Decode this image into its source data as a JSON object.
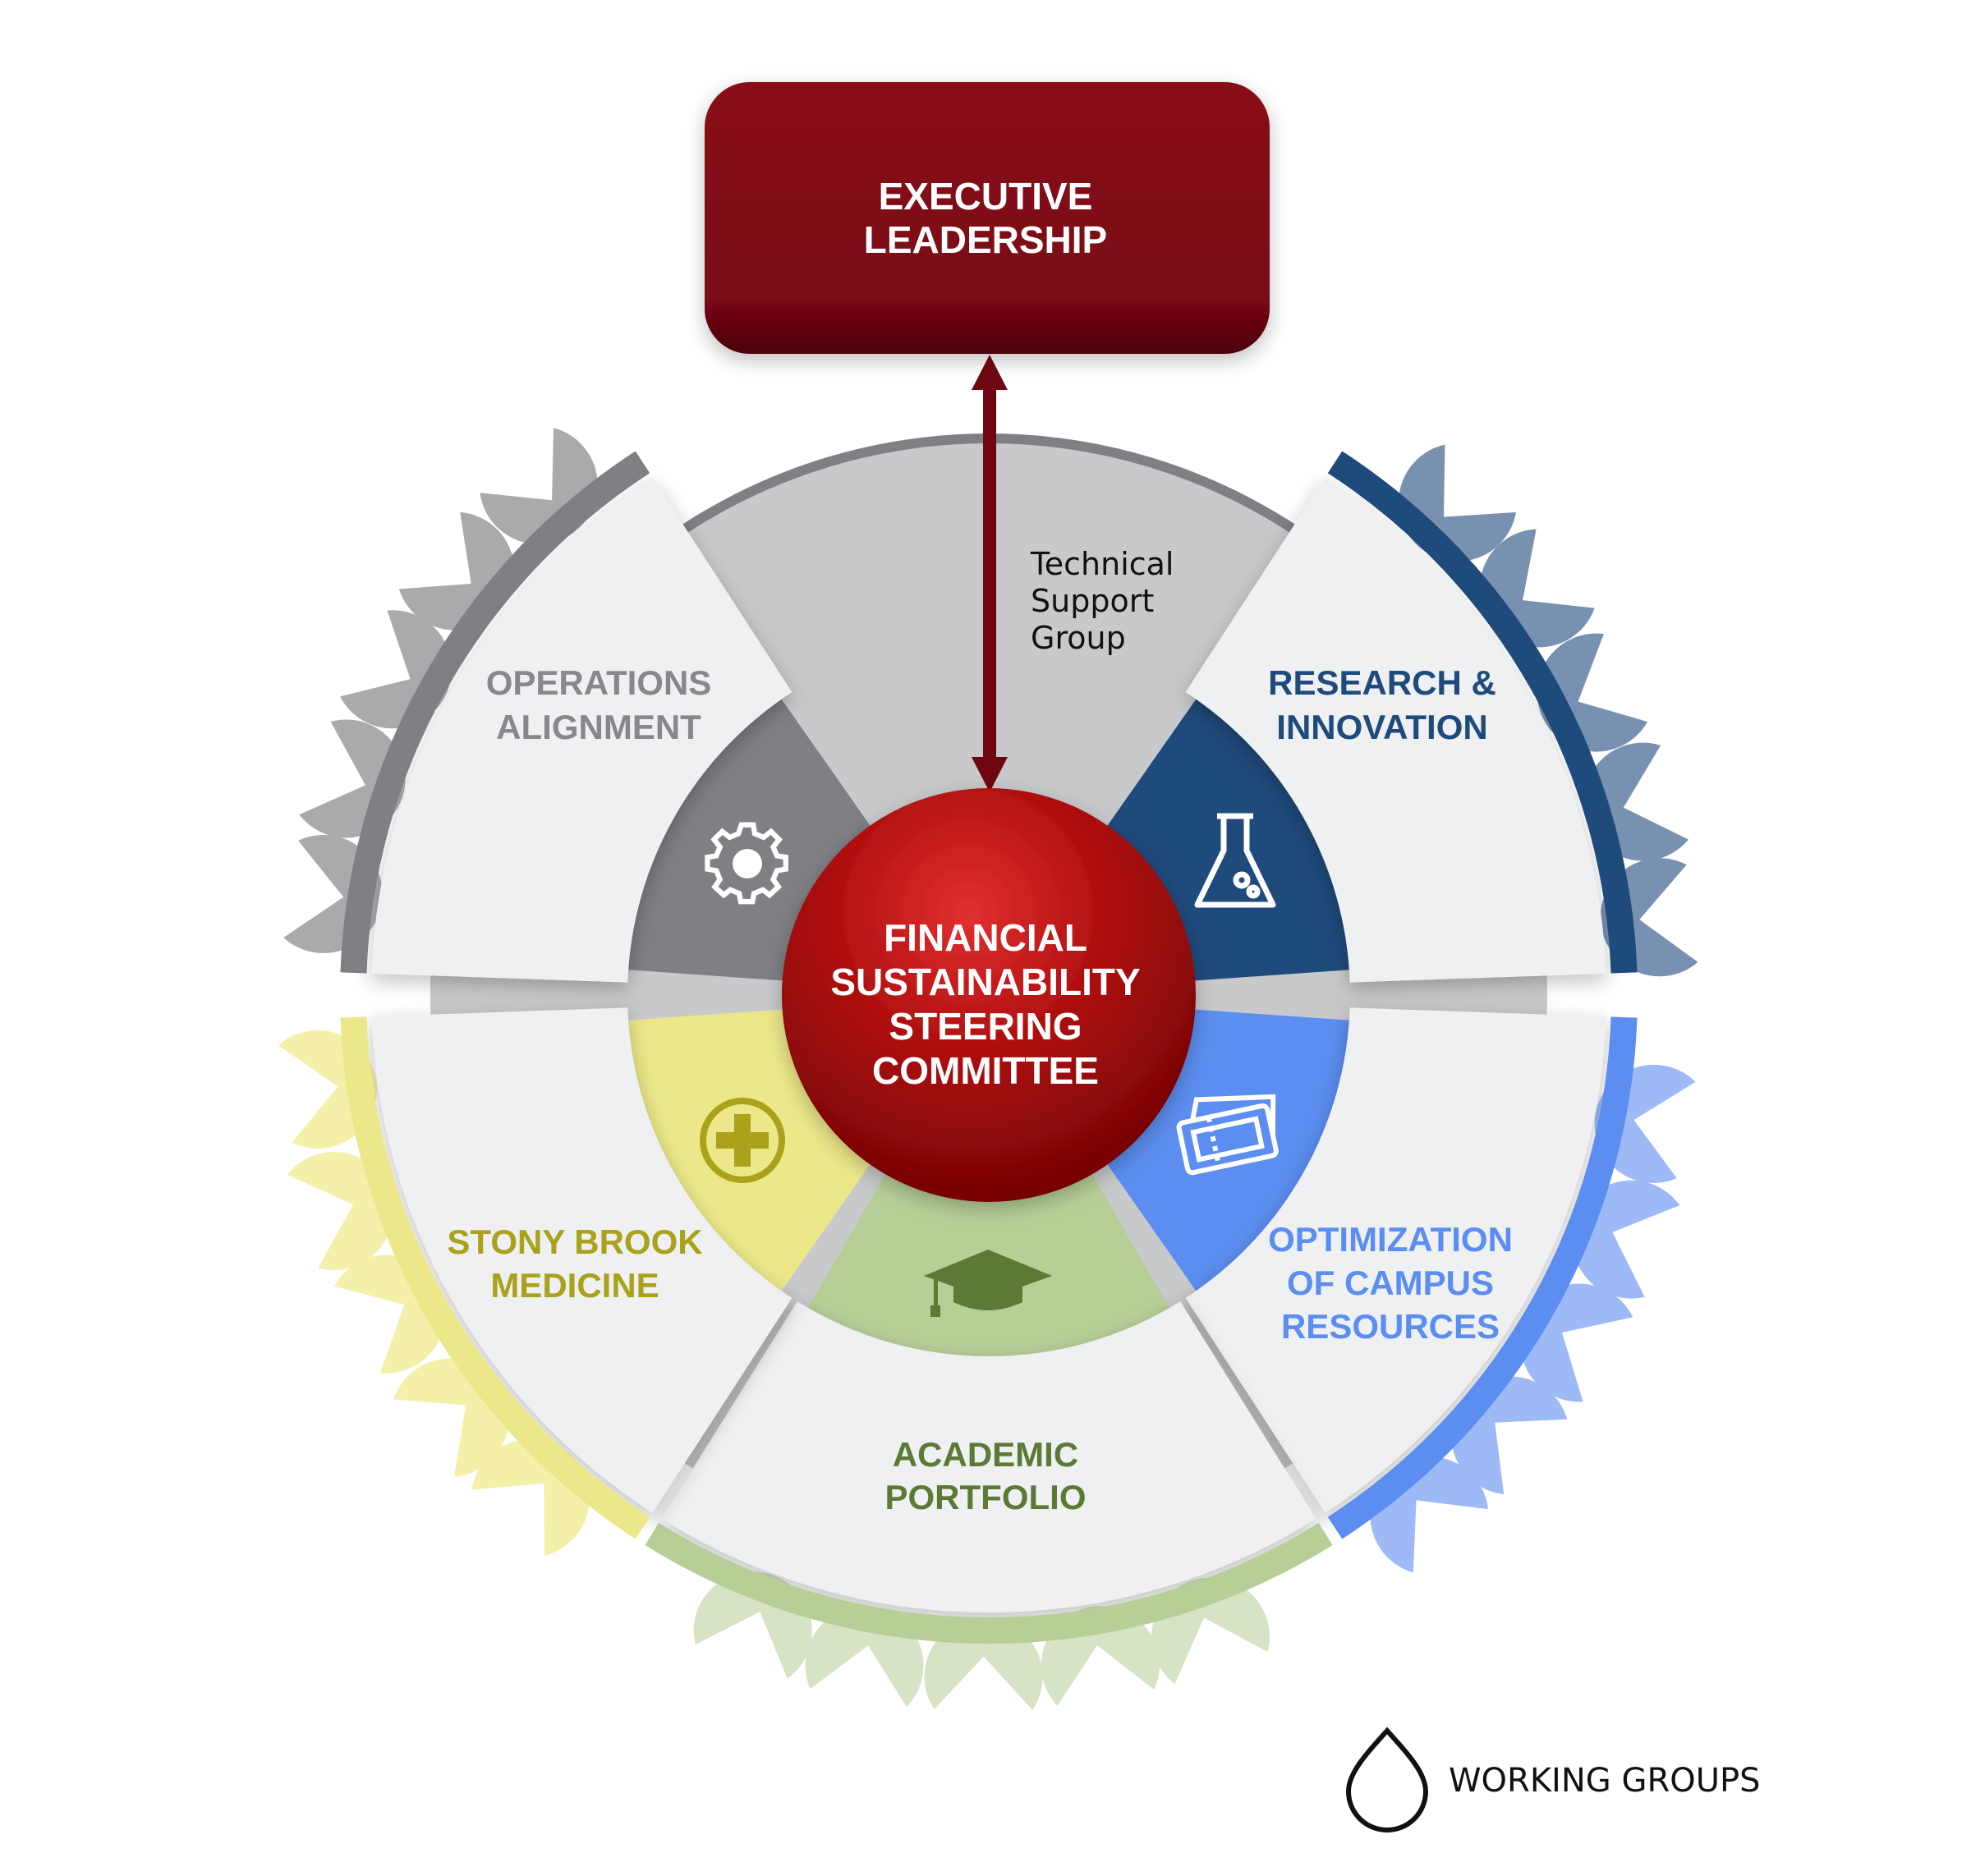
{
  "executive": {
    "line1": "EXECUTIVE",
    "line2": "LEADERSHIP",
    "color": "#7a0714"
  },
  "center": {
    "lines": [
      "FINANCIAL",
      "SUSTAINABILITY",
      "STEERING",
      "COMMITTEE"
    ],
    "color": "#a80a0a"
  },
  "technical_support": {
    "lines": [
      "Technical",
      "Support",
      "Group"
    ]
  },
  "segments": [
    {
      "id": "operations",
      "lines": [
        "OPERATIONS",
        "ALIGNMENT"
      ],
      "icon": "gear-icon",
      "text_color": "#87888b",
      "accent": "#7f8083",
      "drop": "#a9aaac"
    },
    {
      "id": "research",
      "lines": [
        "RESEARCH &",
        "INNOVATION"
      ],
      "icon": "flask-icon",
      "text_color": "#1f4a7c",
      "accent": "#1f4a7c",
      "drop": "#7891b1"
    },
    {
      "id": "optimization",
      "lines": [
        "OPTIMIZATION",
        "OF CAMPUS",
        "RESOURCES"
      ],
      "icon": "tickets-icon",
      "text_color": "#5b8ef0",
      "accent": "#5b8ef0",
      "drop": "#9db9f6"
    },
    {
      "id": "academic",
      "lines": [
        "ACADEMIC",
        "PORTFOLIO"
      ],
      "icon": "graduation-cap-icon",
      "text_color": "#5b7a35",
      "accent": "#b7cf97",
      "drop": "#d6e3c4"
    },
    {
      "id": "medicine",
      "lines": [
        "STONY BROOK",
        "MEDICINE"
      ],
      "icon": "medical-plus-icon",
      "text_color": "#a9a21a",
      "accent": "#ece88a",
      "drop": "#f4f0aa"
    }
  ],
  "legend": {
    "icon": "drop-icon",
    "label": "WORKING GROUPS"
  }
}
